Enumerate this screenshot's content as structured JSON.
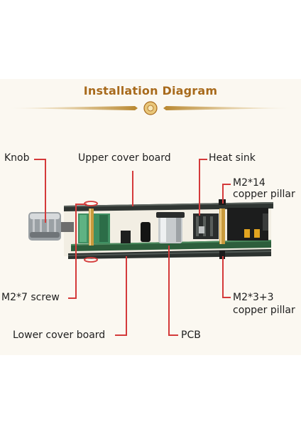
{
  "title": "Installation Diagram",
  "colors": {
    "accent": "#a86a1c",
    "leader": "#d43a3a",
    "background": "#fbf8f1"
  },
  "labels": {
    "knob": "Knob",
    "upper_cover_board": "Upper cover board",
    "heat_sink": "Heat sink",
    "m2_14_line1": "M2*14",
    "m2_14_line2": "copper pillar",
    "m2_7_screw": "M2*7 screw",
    "m2_3_3_line1": "M2*3+3",
    "m2_3_3_line2": "copper pillar",
    "lower_cover_board": "Lower cover board",
    "pcb": "PCB"
  }
}
